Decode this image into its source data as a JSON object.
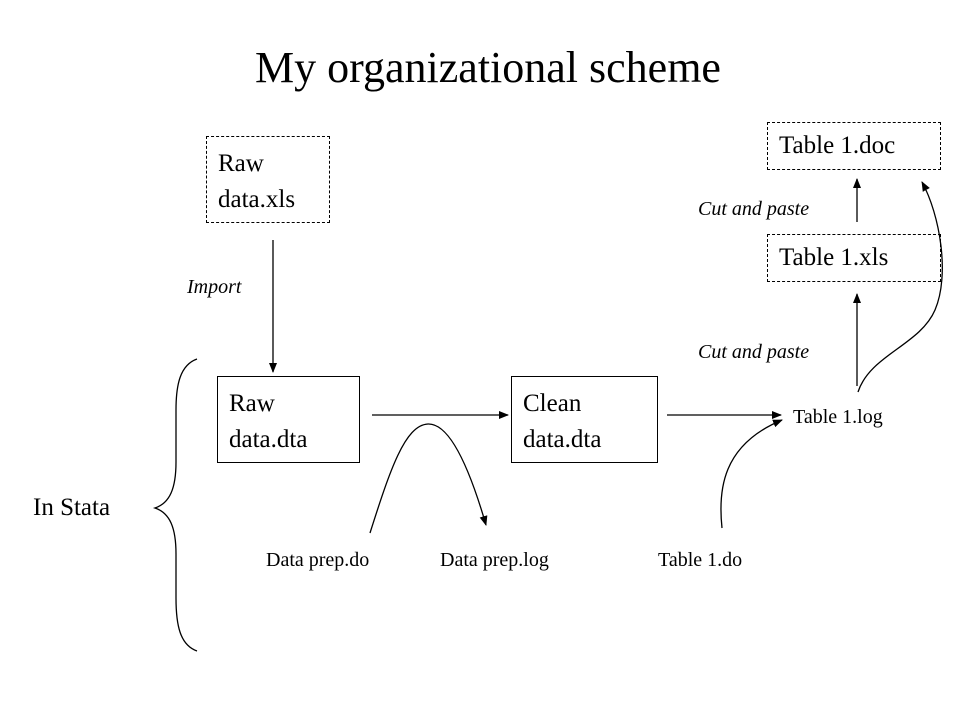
{
  "title": "My organizational scheme",
  "nodes": {
    "raw_xls": [
      "Raw",
      "data.xls"
    ],
    "raw_dta": [
      "Raw",
      "data.dta"
    ],
    "clean_dta": [
      "Clean",
      "data.dta"
    ],
    "table_doc": "Table 1.doc",
    "table_xls": "Table 1.xls",
    "table_log": "Table 1.log"
  },
  "labels": {
    "import": "Import",
    "cut_paste_top": "Cut and paste",
    "cut_paste_bottom": "Cut and paste",
    "in_stata": "In Stata",
    "prep_do": "Data prep.do",
    "prep_log": "Data prep.log",
    "table_do": "Table 1.do"
  }
}
